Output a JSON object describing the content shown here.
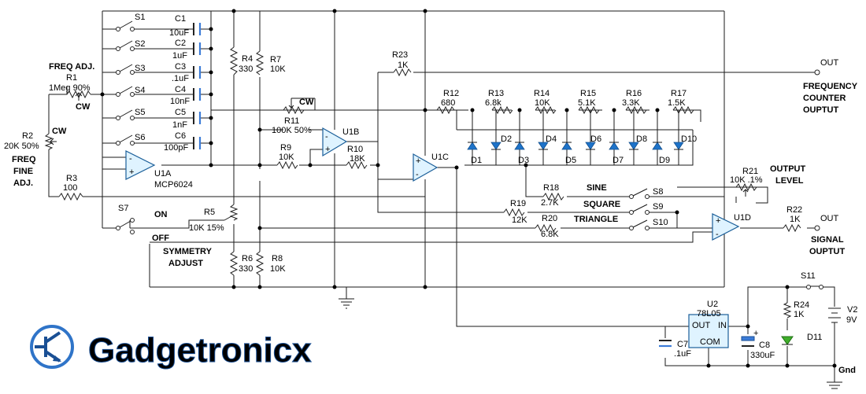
{
  "switches": [
    {
      "id": "S1",
      "label": "S1"
    },
    {
      "id": "S2",
      "label": "S2"
    },
    {
      "id": "S3",
      "label": "S3"
    },
    {
      "id": "S4",
      "label": "S4"
    },
    {
      "id": "S5",
      "label": "S5"
    },
    {
      "id": "S6",
      "label": "S6"
    },
    {
      "id": "S7",
      "label": "S7"
    },
    {
      "id": "S8",
      "label": "S8"
    },
    {
      "id": "S9",
      "label": "S9"
    },
    {
      "id": "S10",
      "label": "S10"
    },
    {
      "id": "S11",
      "label": "S11"
    }
  ],
  "capacitors": [
    {
      "name": "C1",
      "value": "10uF"
    },
    {
      "name": "C2",
      "value": "1uF"
    },
    {
      "name": "C3",
      "value": ".1uF"
    },
    {
      "name": "C4",
      "value": "10nF"
    },
    {
      "name": "C5",
      "value": "1nF"
    },
    {
      "name": "C6",
      "value": "100pF"
    },
    {
      "name": "C7",
      "value": ".1uF"
    },
    {
      "name": "C8",
      "value": "330uF"
    }
  ],
  "resistors": {
    "R1": {
      "name": "R1",
      "value": "1Meg 90%"
    },
    "R2": {
      "name": "R2",
      "value": "20K 50%"
    },
    "R3": {
      "name": "R3",
      "value": "100"
    },
    "R4": {
      "name": "R4",
      "value": "330"
    },
    "R5": {
      "name": "R5",
      "value": "10K 15%"
    },
    "R6": {
      "name": "R6",
      "value": "330"
    },
    "R7": {
      "name": "R7",
      "value": "10K"
    },
    "R8": {
      "name": "R8",
      "value": "10K"
    },
    "R9": {
      "name": "R9",
      "value": "10K"
    },
    "R10": {
      "name": "R10",
      "value": "18K"
    },
    "R11": {
      "name": "R11",
      "value": "100K 50%"
    },
    "R12": {
      "name": "R12",
      "value": "680"
    },
    "R13": {
      "name": "R13",
      "value": "6.8k"
    },
    "R14": {
      "name": "R14",
      "value": "10K"
    },
    "R15": {
      "name": "R15",
      "value": "5.1K"
    },
    "R16": {
      "name": "R16",
      "value": "3.3K"
    },
    "R17": {
      "name": "R17",
      "value": "1.5K"
    },
    "R18": {
      "name": "R18",
      "value": "2.7K"
    },
    "R19": {
      "name": "R19",
      "value": "12K"
    },
    "R20": {
      "name": "R20",
      "value": "6.8K"
    },
    "R21": {
      "name": "R21",
      "value": "10K .1%"
    },
    "R22": {
      "name": "R22",
      "value": "1K"
    },
    "R23": {
      "name": "R23",
      "value": "1K"
    },
    "R24": {
      "name": "R24",
      "value": "1K"
    }
  },
  "diodes": [
    "D1",
    "D2",
    "D3",
    "D4",
    "D5",
    "D6",
    "D7",
    "D8",
    "D9",
    "D10",
    "D11"
  ],
  "opamps": {
    "u1a": "U1A",
    "u1a_part": "MCP6024",
    "u1b": "U1B",
    "u1c": "U1C",
    "u1d": "U1D"
  },
  "regulator": {
    "name": "U2",
    "part": "78L05",
    "pin_out": "OUT",
    "pin_in": "IN",
    "pin_com": "COM"
  },
  "battery": {
    "name": "V2",
    "value": "9V"
  },
  "labels": {
    "freq_adj": "FREQ ADJ.",
    "freq_fine_1": "FREQ",
    "freq_fine_2": "FINE",
    "freq_fine_3": "ADJ.",
    "cw": "CW",
    "on": "ON",
    "off": "OFF",
    "symmetry_1": "SYMMETRY",
    "symmetry_2": "ADJUST",
    "sine": "SINE",
    "square": "SQUARE",
    "triangle": "TRIANGLE",
    "output_level_1": "OUTPUT",
    "output_level_2": "LEVEL",
    "out": "OUT",
    "freq_counter_1": "FREQUENCY",
    "freq_counter_2": "COUNTER",
    "freq_counter_3": "OUPTUT",
    "signal_1": "SIGNAL",
    "signal_2": "OUPTUT",
    "gnd": "Gnd",
    "plus": "+",
    "minus": "-"
  },
  "logo": {
    "text": "Gadgetronicx",
    "icon": "transistor-icon"
  }
}
